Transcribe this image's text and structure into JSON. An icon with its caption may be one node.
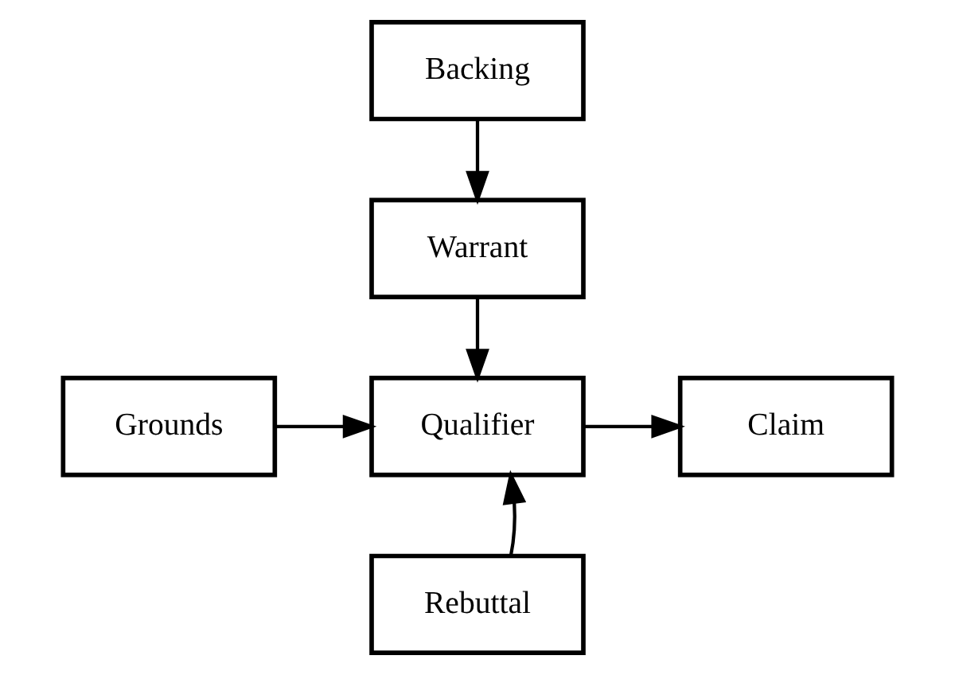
{
  "diagram": {
    "nodes": [
      {
        "text": [
          "Backing"
        ]
      },
      {
        "text": [
          "Warrant"
        ]
      },
      {
        "text": [
          "Grounds"
        ]
      },
      {
        "text": [
          "Qualifier"
        ]
      },
      {
        "text": [
          "Claim"
        ]
      },
      {
        "text": [
          "Rebuttal"
        ]
      }
    ],
    "edges": [
      {
        "from": 0,
        "to": 1,
        "arrow": "to"
      },
      {
        "from": 2,
        "to": 3,
        "arrow": "to"
      },
      {
        "from": 1,
        "to": 3,
        "arrow": "to"
      },
      {
        "from": 3,
        "to": 4,
        "arrow": "to"
      },
      {
        "from": 5,
        "to": 3,
        "arrow": "to"
      }
    ]
  }
}
